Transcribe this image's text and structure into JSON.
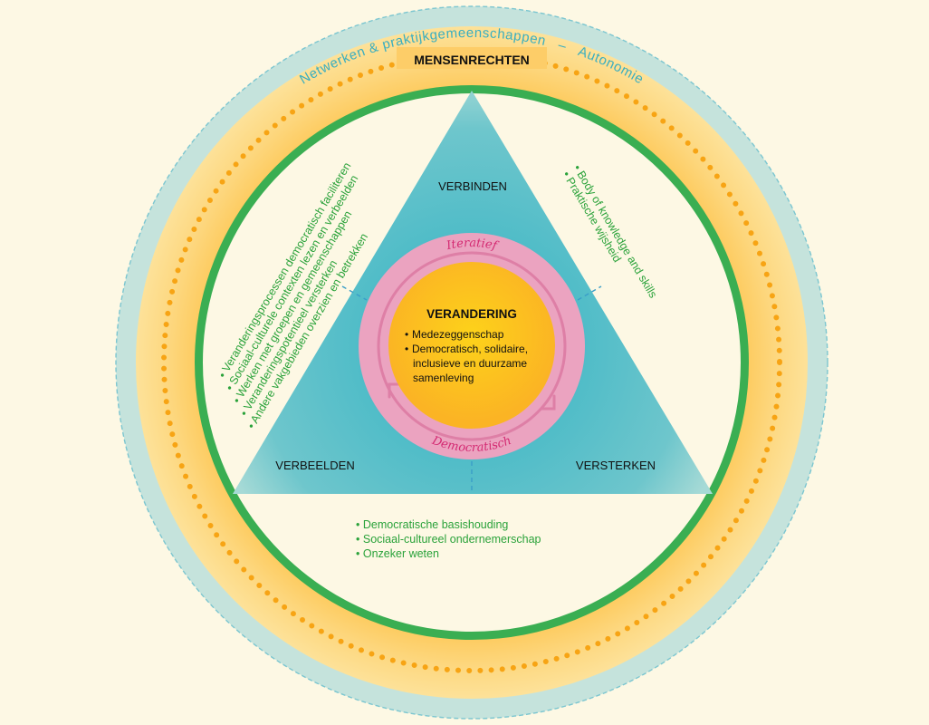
{
  "colors": {
    "background": "#fdf8e4",
    "outer_band": "#c5e3dc",
    "outer_dash": "#7cc6d0",
    "yellow_band": "#fcd46e",
    "dots": "#f7a414",
    "green_ring": "#3aae52",
    "inner_disc": "#fdf8e4",
    "triangle": "#5cc0c8",
    "pink_ring": "#eba3c0",
    "pink_line": "#de7fa6",
    "pink_text": "#d42a72",
    "center": "#fdc020",
    "green_text": "#2aa23a",
    "black_text": "#111111"
  },
  "outer_ring": {
    "label_left": "Netwerken & praktijkgemeenschappen",
    "separator": "–",
    "label_right": "Autonomie"
  },
  "yellow_ring": {
    "label": "MENSENRECHTEN"
  },
  "triangle": {
    "top": "VERBINDEN",
    "bottom_left": "VERBEELDEN",
    "bottom_right": "VERSTERKEN"
  },
  "cycle": {
    "top_label": "Iteratief",
    "bottom_label": "Democratisch"
  },
  "center": {
    "title": "VERANDERING",
    "bullets": [
      "Medezeggenschap",
      "Democratisch, solidaire,",
      "inclusieve en duurzame",
      "samenleving"
    ]
  },
  "left_list": [
    "Veranderingsprocessen democratisch faciliteren",
    "Sociaal-culturele contexten lezen en verbeelden",
    "Werken met groepen en gemeenschappen",
    "Veranderingspotentieel versterken",
    "Andere vakgebieden overzien en betrekken"
  ],
  "right_list": [
    "Body of knowledge and skills",
    "Praktische wijsheid"
  ],
  "bottom_list": [
    "Democratische basishouding",
    "Sociaal-cultureel ondernemerschap",
    "Onzeker weten"
  ]
}
